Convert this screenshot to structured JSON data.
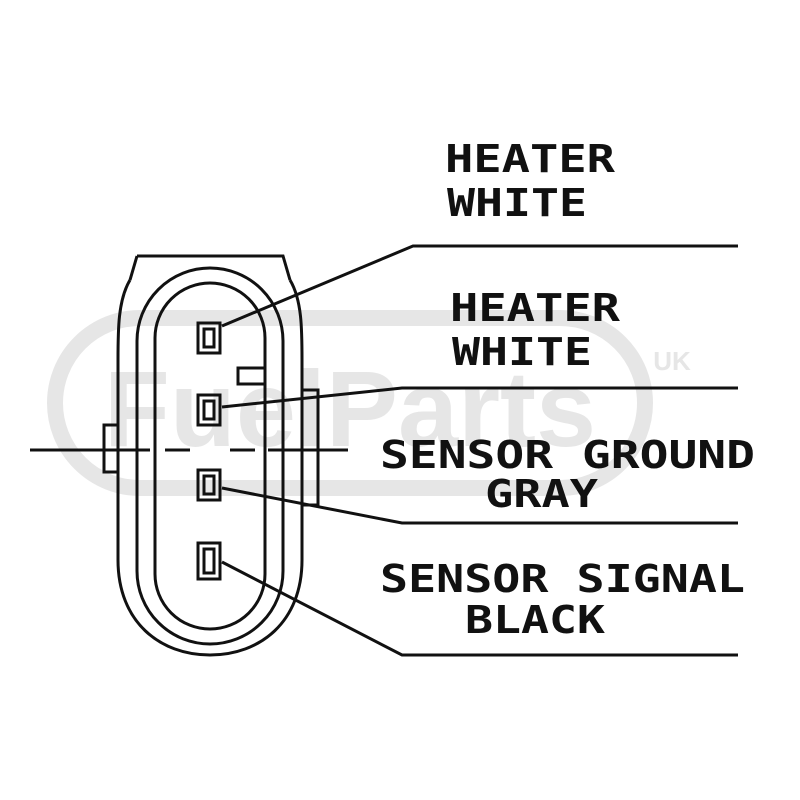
{
  "watermark": {
    "brand": "FuelParts",
    "suffix": "UK",
    "color": "#e6e6e6"
  },
  "colors": {
    "line": "#111111",
    "background": "#ffffff"
  },
  "pins": [
    {
      "function": "HEATER",
      "wire": "WHITE"
    },
    {
      "function": "HEATER",
      "wire": "WHITE"
    },
    {
      "function": "SENSOR GROUND",
      "wire": "GRAY"
    },
    {
      "function": "SENSOR SIGNAL",
      "wire": "BLACK"
    }
  ]
}
